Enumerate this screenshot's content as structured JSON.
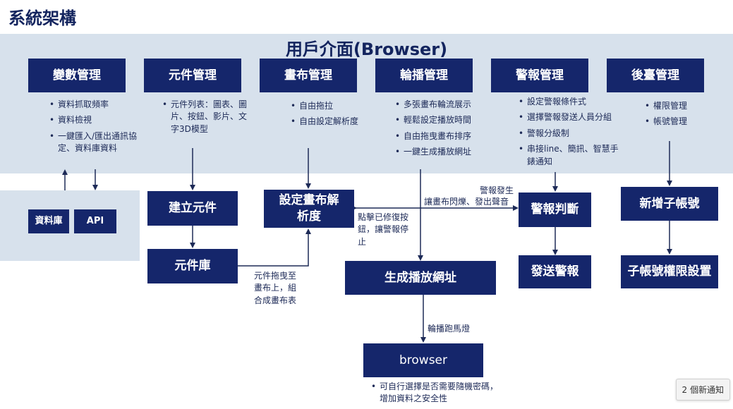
{
  "page_title": "系統架構",
  "ui_band_title": "用戶介面(Browser)",
  "modules": [
    {
      "label": "變數管理",
      "bullets": [
        "資料抓取頻率",
        "資料檢視",
        "一鍵匯入/匯出通訊協定、資料庫資料"
      ]
    },
    {
      "label": "元件管理",
      "bullets": [
        "元件列表：圖表、圖片、按鈕、影片、文字3D模型"
      ]
    },
    {
      "label": "畫布管理",
      "bullets": [
        "自由拖拉",
        "自由設定解析度"
      ]
    },
    {
      "label": "輪播管理",
      "bullets": [
        "多張畫布輪流展示",
        "輕鬆設定播放時間",
        "自由拖曳畫布排序",
        "一鍵生成播放網址"
      ]
    },
    {
      "label": "警報管理",
      "bullets": [
        "設定警報條件式",
        "選擇警報發送人員分組",
        "警報分級制",
        "串接line、簡訊、智慧手錶通知"
      ]
    },
    {
      "label": "後臺管理",
      "bullets": [
        "權限管理",
        "帳號管理"
      ]
    }
  ],
  "boxes": {
    "database": "資料庫",
    "api": "API",
    "create_component": "建立元件",
    "component_library": "元件庫",
    "set_resolution": "設定畫布解析度",
    "generate_url": "生成播放網址",
    "browser": "browser",
    "alarm_judge": "警報判斷",
    "send_alarm": "發送警報",
    "add_subaccount": "新增子帳號",
    "subaccount_permission": "子帳號權限設置"
  },
  "notes": {
    "drag_to_canvas": "元件拖曳至畫布上，組合成畫布表",
    "alarm_occurs": "警報發生",
    "canvas_flash": "讓畫布閃爍、發出聲音",
    "click_stop": "點擊已修復按鈕，讓警報停止",
    "marquee": "輪播跑馬燈"
  },
  "browser_bullets": [
    "可自行選擇是否需要隨機密碼，增加資料之安全性"
  ],
  "notification": "2 個新通知",
  "colors": {
    "box": "#15266b",
    "band": "#d7e1ec",
    "arrow": "#1d2a57"
  }
}
